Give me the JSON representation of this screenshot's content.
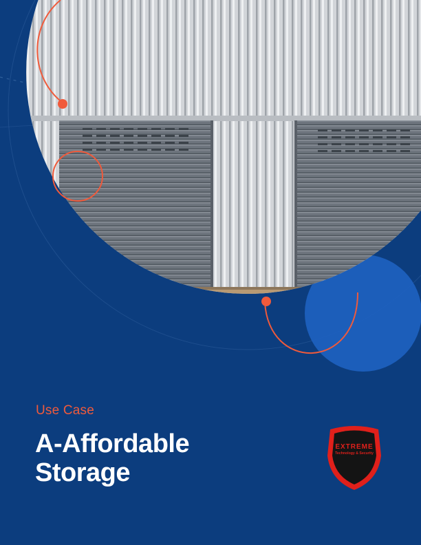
{
  "cover": {
    "eyebrow": "Use Case",
    "title_line1": "A-Affordable",
    "title_line2": "Storage"
  },
  "logo": {
    "word": "EXTREME",
    "tagline": "Technology & Security"
  },
  "colors": {
    "background": "#0c3d7e",
    "accent": "#f05a3b",
    "light_blue": "#1f64c4",
    "title": "#ffffff"
  }
}
